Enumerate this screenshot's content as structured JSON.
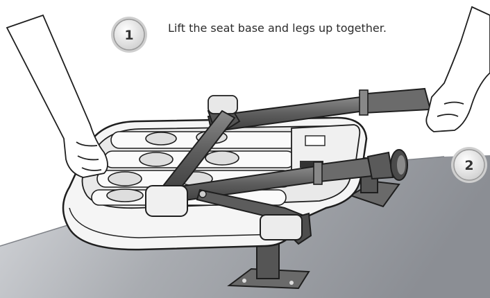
{
  "instruction": {
    "text": "Lift the seat base and legs up together."
  },
  "steps": [
    {
      "number": "1"
    },
    {
      "number": "2"
    }
  ],
  "colors": {
    "background": "#ffffff",
    "floor": "#8e9197",
    "floor_light": "#c4c6cb",
    "tube_dark": "#5a5a5a",
    "tube_mid": "#757575",
    "seat_frame": "#f4f4f4",
    "outline": "#1e1e1e",
    "badge_fill": "#e6e6e6"
  }
}
